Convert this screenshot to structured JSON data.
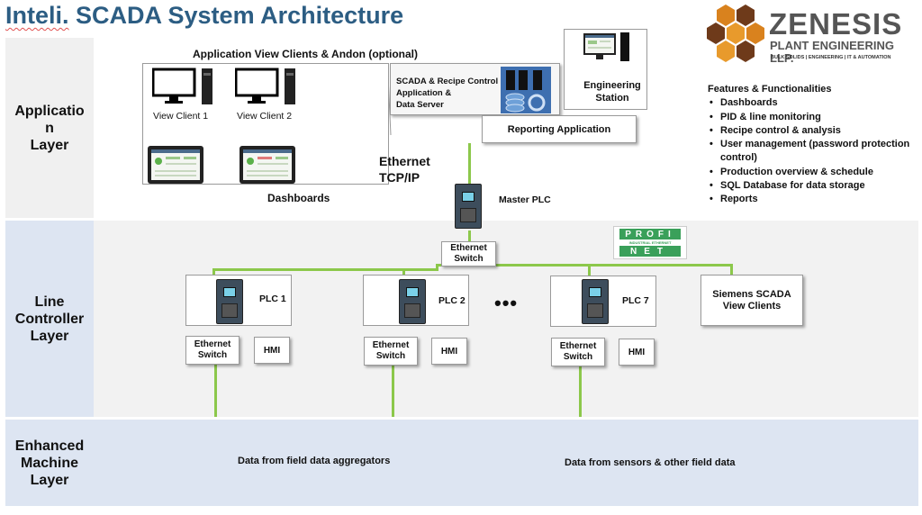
{
  "title": {
    "first": "Inteli.",
    "rest": " SCADA System Architecture"
  },
  "logo": {
    "name": "ZENESIS",
    "subtitle": "PLANT ENGINEERING LLP.",
    "tagline": "BULK SOLIDS | ENGINEERING | IT & AUTOMATION",
    "hex_color": "#d9821e"
  },
  "layers": {
    "application": [
      "Applicatio",
      "n",
      "Layer"
    ],
    "line_controller": [
      "Line",
      "Controller",
      "Layer"
    ],
    "enhanced": [
      "Enhanced",
      "Machine",
      "Layer"
    ]
  },
  "app": {
    "clients_heading": "Application View Clients & Andon (optional)",
    "view_client_1": "View Client 1",
    "view_client_2": "View Client 2",
    "dashboards": "Dashboards",
    "server_lines": [
      "SCADA & Recipe Control",
      "Application &",
      "Data Server"
    ],
    "engineering": [
      "Engineering",
      "Station"
    ],
    "reporting": "Reporting Application",
    "ethernet": [
      "Ethernet",
      "TCP/IP"
    ],
    "master_plc": "Master PLC"
  },
  "features": {
    "heading": "Features & Functionalities",
    "items": [
      "Dashboards",
      "PID & line monitoring",
      "Recipe control & analysis",
      "User management (password protection control)",
      "Production overview & schedule",
      "SQL Database for data storage",
      "Reports"
    ]
  },
  "network": {
    "switch": [
      "Ethernet",
      "Switch"
    ],
    "profinet_top": "PROFI",
    "profinet_bottom": "NET",
    "profinet_sub": "INDUSTRIAL ETHERNET"
  },
  "line": {
    "plcs": [
      "PLC 1",
      "PLC 2",
      "PLC 7"
    ],
    "hmi": "HMI",
    "dots": "•••",
    "siemens": [
      "Siemens SCADA",
      "View Clients"
    ]
  },
  "machine": {
    "left": "Data from field data aggregators",
    "right": "Data from sensors & other field data"
  },
  "colors": {
    "title": "#2c5d83",
    "line": "#8cc84b",
    "band_blue": "#dde5f2",
    "band_grey": "#f2f2f2",
    "profinet": "#3aa05a"
  }
}
